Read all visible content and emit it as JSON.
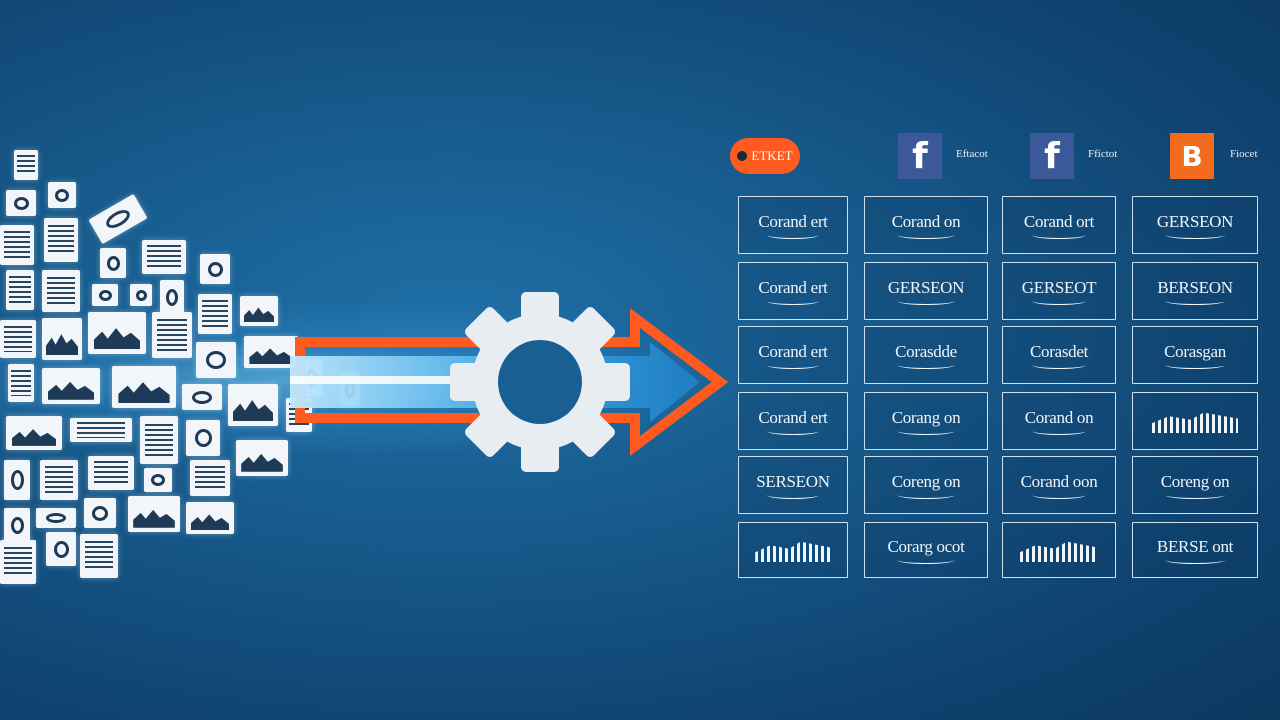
{
  "brands": [
    {
      "logo": "",
      "label": "ETKET"
    },
    {
      "logo": "f",
      "label": "Eftacot"
    },
    {
      "logo": "f",
      "label": "Ffictot"
    },
    {
      "logo": "B",
      "label": "Fiocet"
    }
  ],
  "grid": [
    [
      "Corand ert",
      "Corand on",
      "Corand ort",
      "GERSEON"
    ],
    [
      "Corand ert",
      "GERSEON",
      "GERSEOT",
      "BERSEON"
    ],
    [
      "Corand ert",
      "Corasdde",
      "Corasdet",
      "Corasgan"
    ],
    [
      "Corand ert",
      "Corang on",
      "Corand on",
      ""
    ],
    [
      "SERSEON",
      "Coreng on",
      "Corand oon",
      "Coreng on"
    ],
    [
      "",
      "Corarg ocot",
      "",
      "BERSE ont"
    ]
  ],
  "colors": {
    "background": "#175a8b",
    "accent_orange": "#ff5a1f",
    "gear": "#e8edf2",
    "facebook": "#3b5998"
  },
  "icons": [
    "gear-icon",
    "arrow-icon",
    "facebook-icon",
    "blogger-icon"
  ]
}
